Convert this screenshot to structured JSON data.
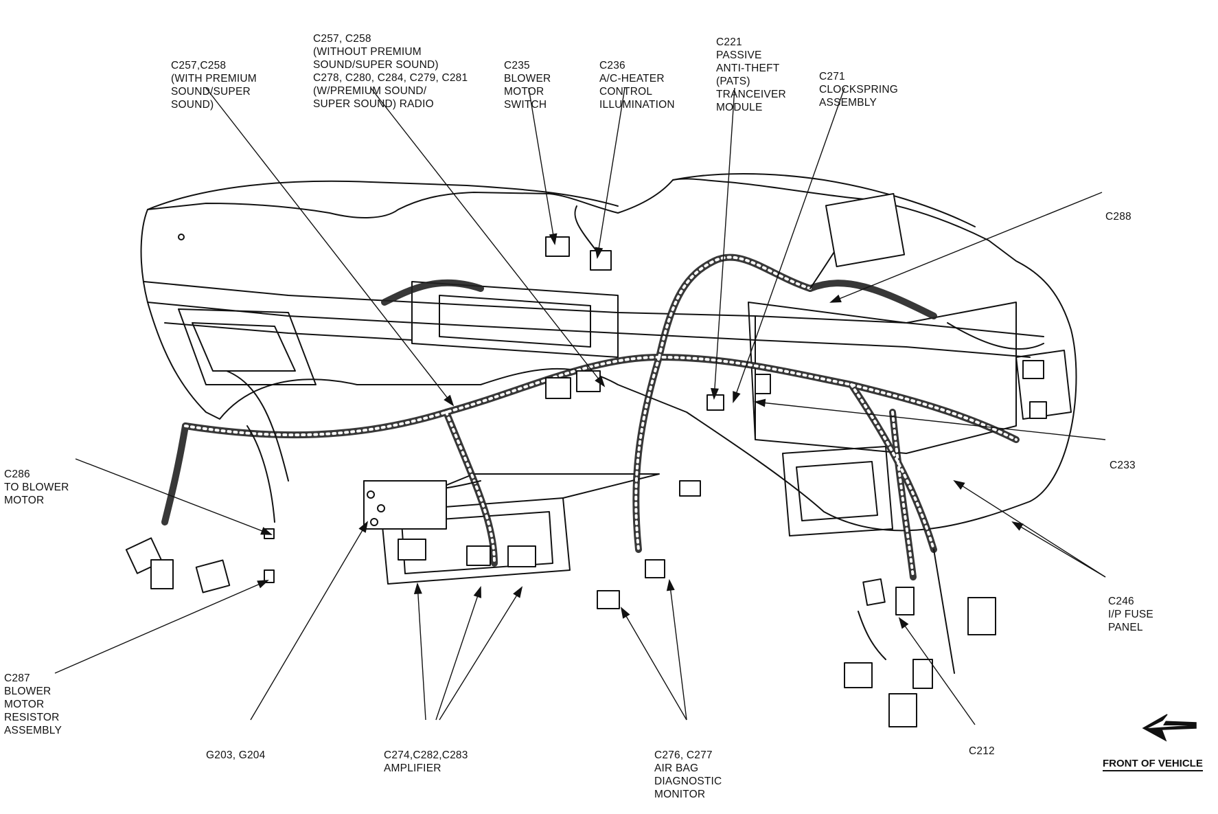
{
  "callouts": {
    "c257_with_premium": [
      "C257,C258",
      "(WITH PREMIUM",
      "SOUND/SUPER",
      "SOUND)"
    ],
    "c257_without_premium": [
      "C257, C258",
      "(WITHOUT PREMIUM",
      "SOUND/SUPER SOUND)",
      "C278, C280, C284, C279, C281",
      "(W/PREMIUM SOUND/",
      "SUPER SOUND) RADIO"
    ],
    "c235": [
      "C235",
      "BLOWER",
      "MOTOR",
      "SWITCH"
    ],
    "c236": [
      "C236",
      "A/C-HEATER",
      "CONTROL",
      "ILLUMINATION"
    ],
    "c221": [
      "C221",
      "PASSIVE",
      "ANTI-THEFT",
      "(PATS)",
      "TRANCEIVER",
      "MODULE"
    ],
    "c271": [
      "C271",
      "CLOCKSPRING",
      "ASSEMBLY"
    ],
    "c288": [
      "C288"
    ],
    "c233": [
      "C233"
    ],
    "c246": [
      "C246",
      "I/P FUSE",
      "PANEL"
    ],
    "c212": [
      "C212"
    ],
    "c286": [
      "C286",
      "TO BLOWER",
      "MOTOR"
    ],
    "c287": [
      "C287",
      "BLOWER",
      "MOTOR",
      "RESISTOR",
      "ASSEMBLY"
    ],
    "g203": [
      "G203, G204"
    ],
    "c274": [
      "C274,C282,C283",
      "AMPLIFIER"
    ],
    "c276": [
      "C276, C277",
      "AIR BAG",
      "DIAGNOSTIC",
      "MONITOR"
    ]
  },
  "front_of_vehicle": "FRONT OF VEHICLE",
  "line_color": "#111111"
}
